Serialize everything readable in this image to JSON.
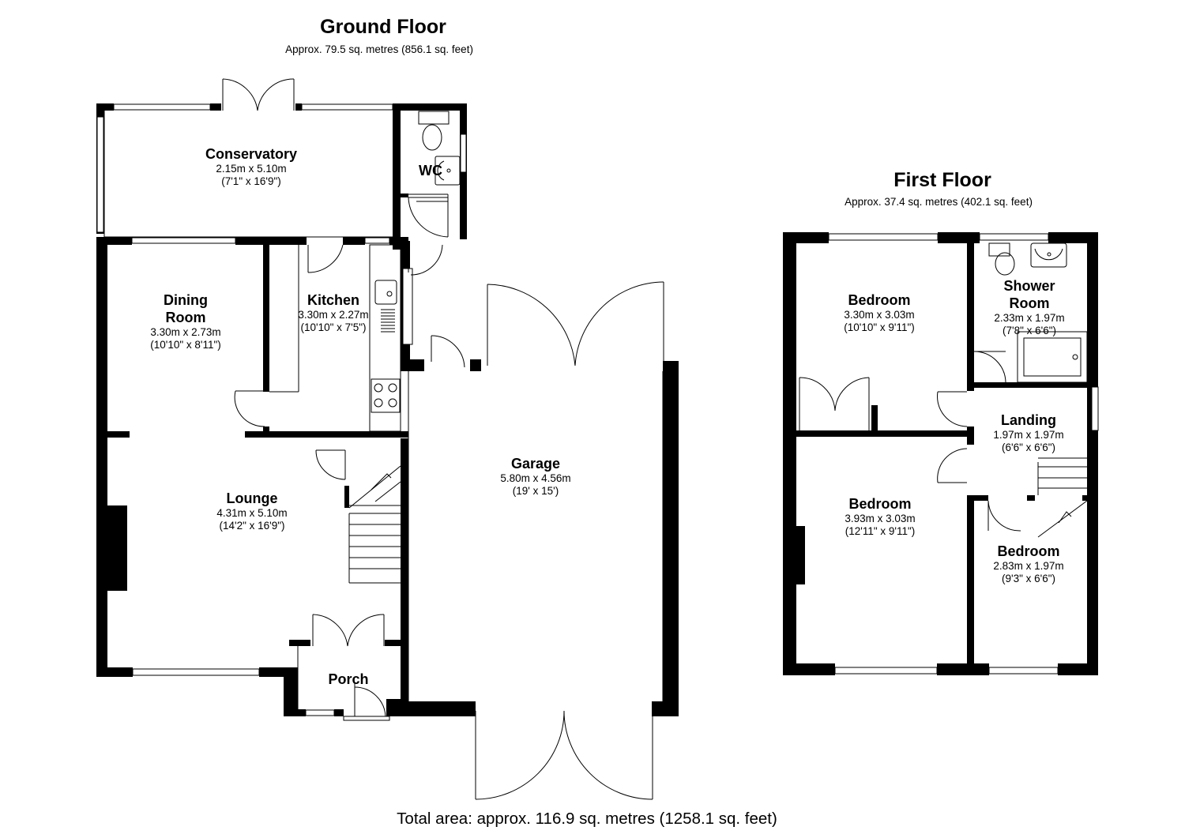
{
  "ground_floor": {
    "title": "Ground Floor",
    "area": "Approx.  79.5 sq. metres (856.1 sq. feet)",
    "rooms": {
      "conservatory": {
        "name": "Conservatory",
        "metric": "2.15m x 5.10m",
        "imperial": "(7'1\" x 16'9\")"
      },
      "wc": {
        "name": "WC"
      },
      "dining": {
        "name_line1": "Dining",
        "name_line2": "Room",
        "metric": "3.30m x 2.73m",
        "imperial": "(10'10\" x 8'11\")"
      },
      "kitchen": {
        "name": "Kitchen",
        "metric": "3.30m x 2.27m",
        "imperial": "(10'10\" x 7'5\")"
      },
      "garage": {
        "name": "Garage",
        "metric": "5.80m x 4.56m",
        "imperial": "(19' x 15')"
      },
      "lounge": {
        "name": "Lounge",
        "metric": "4.31m x 5.10m",
        "imperial": "(14'2\" x 16'9\")"
      },
      "porch": {
        "name": "Porch"
      }
    }
  },
  "first_floor": {
    "title": "First Floor",
    "area": "Approx.  37.4 sq. metres (402.1 sq. feet)",
    "rooms": {
      "bedroom1": {
        "name": "Bedroom",
        "metric": "3.30m x 3.03m",
        "imperial": "(10'10\" x 9'11\")"
      },
      "shower": {
        "name_line1": "Shower",
        "name_line2": "Room",
        "metric": "2.33m x 1.97m",
        "imperial": "(7'8\" x 6'6\")"
      },
      "landing": {
        "name": "Landing",
        "metric": "1.97m x 1.97m",
        "imperial": "(6'6\" x 6'6\")"
      },
      "bedroom2": {
        "name": "Bedroom",
        "metric": "3.93m x 3.03m",
        "imperial": "(12'11\" x 9'11\")"
      },
      "bedroom3": {
        "name": "Bedroom",
        "metric": "2.83m x 1.97m",
        "imperial": "(9'3\" x 6'6\")"
      }
    }
  },
  "total_area": "Total area: approx. 116.9 sq. metres (1258.1 sq. feet)"
}
